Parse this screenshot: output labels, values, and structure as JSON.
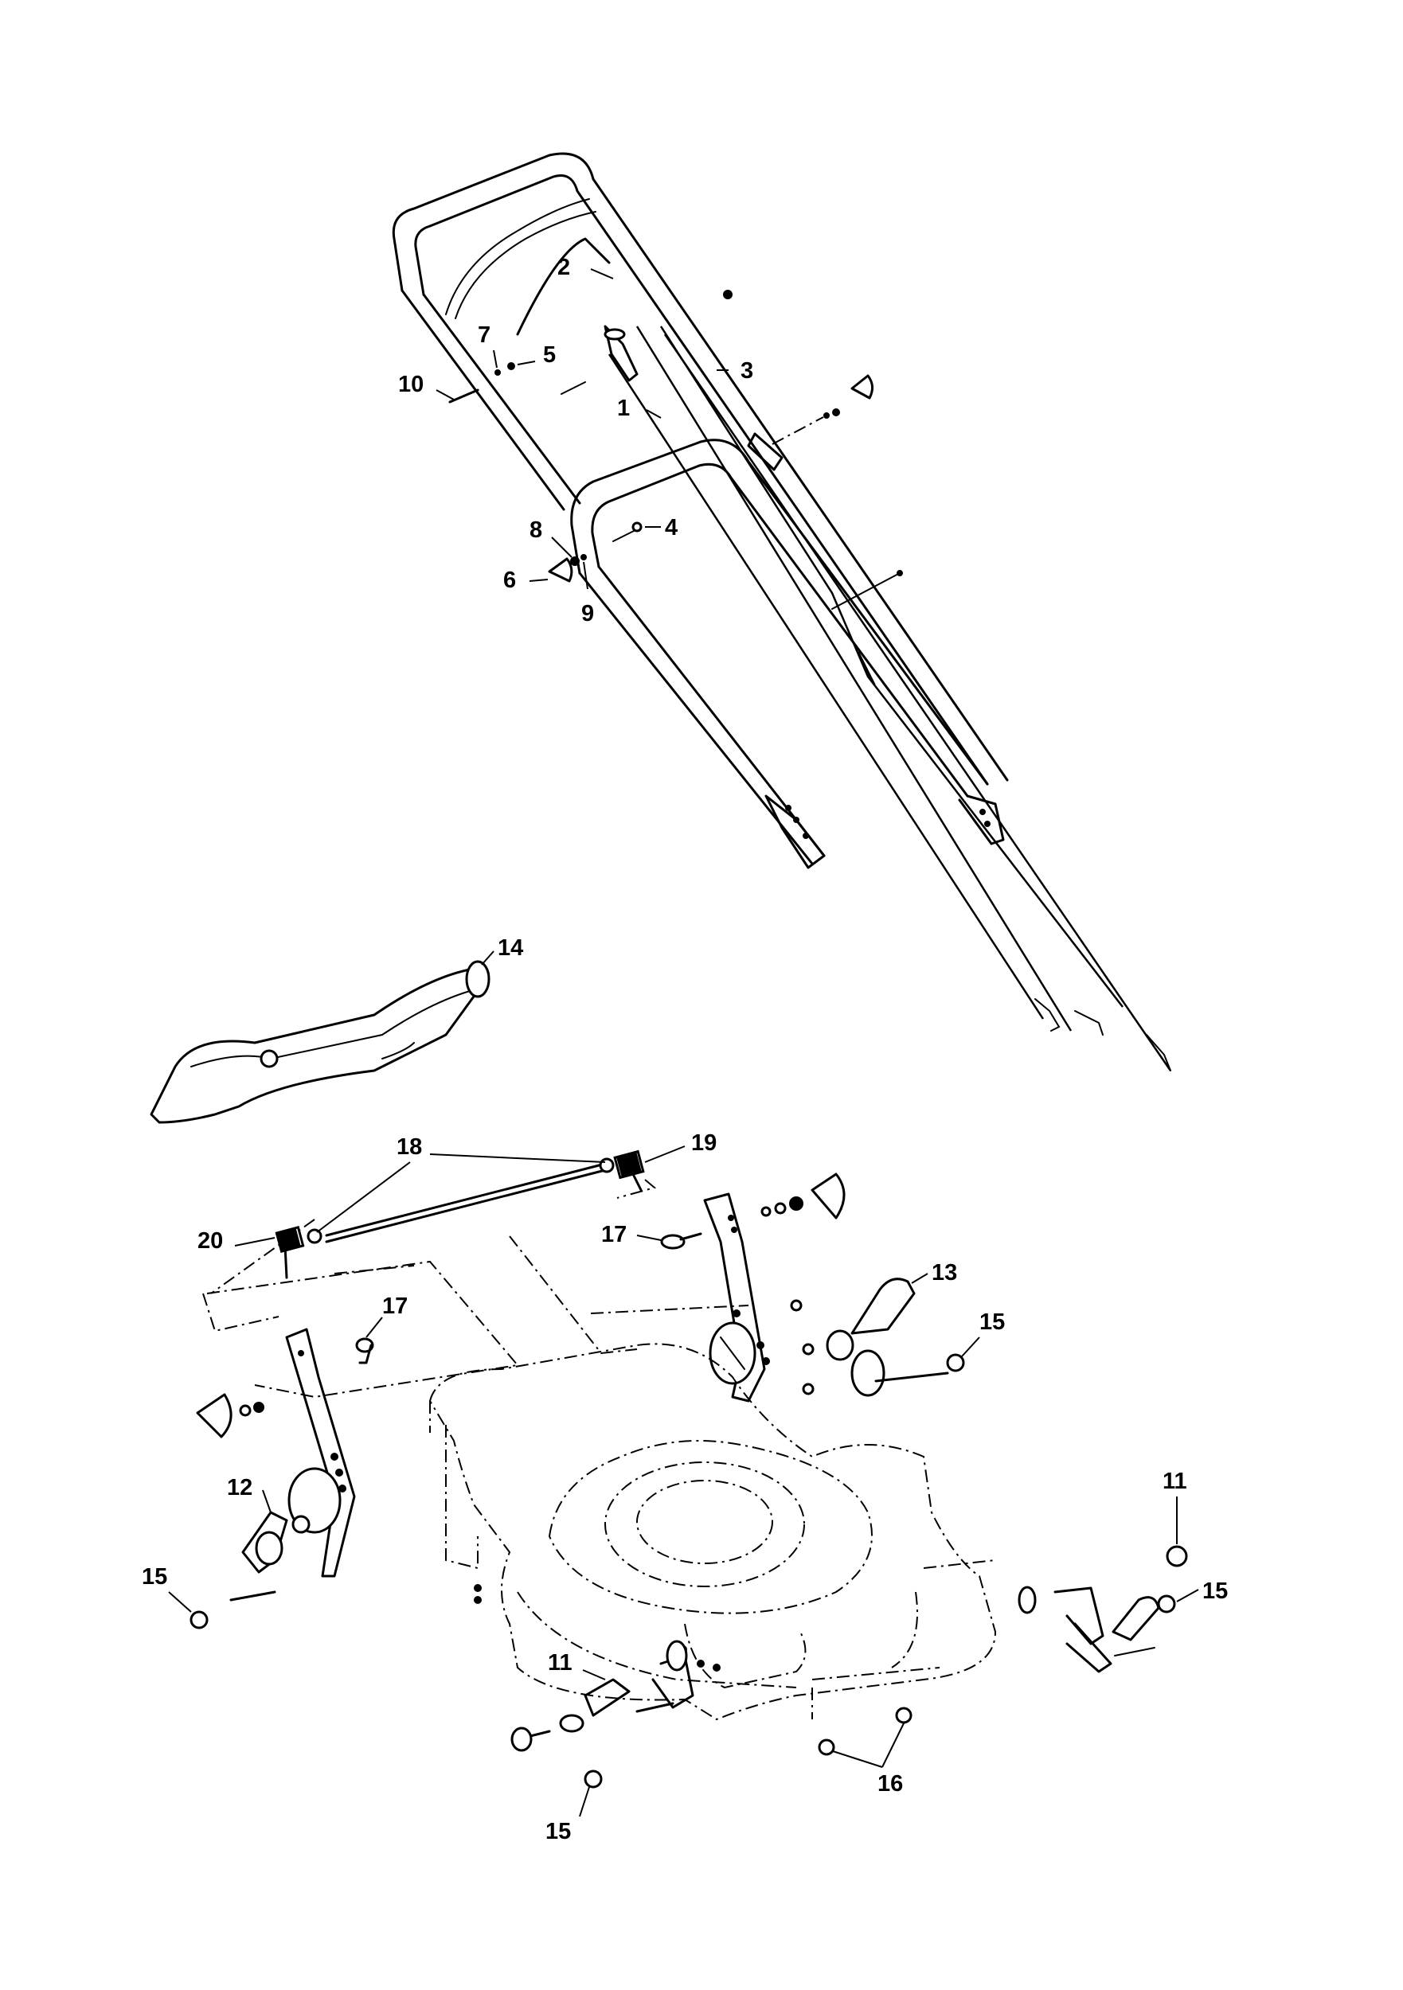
{
  "diagram": {
    "callouts": [
      {
        "id": "c1",
        "text": "1"
      },
      {
        "id": "c2",
        "text": "2"
      },
      {
        "id": "c3",
        "text": "3"
      },
      {
        "id": "c4",
        "text": "4"
      },
      {
        "id": "c5",
        "text": "5"
      },
      {
        "id": "c6",
        "text": "6"
      },
      {
        "id": "c7",
        "text": "7"
      },
      {
        "id": "c8",
        "text": "8"
      },
      {
        "id": "c9",
        "text": "9"
      },
      {
        "id": "c10",
        "text": "10"
      },
      {
        "id": "c11a",
        "text": "11"
      },
      {
        "id": "c11b",
        "text": "11"
      },
      {
        "id": "c12",
        "text": "12"
      },
      {
        "id": "c13",
        "text": "13"
      },
      {
        "id": "c14",
        "text": "14"
      },
      {
        "id": "c15a",
        "text": "15"
      },
      {
        "id": "c15b",
        "text": "15"
      },
      {
        "id": "c15c",
        "text": "15"
      },
      {
        "id": "c15d",
        "text": "15"
      },
      {
        "id": "c16",
        "text": "16"
      },
      {
        "id": "c17a",
        "text": "17"
      },
      {
        "id": "c17b",
        "text": "17"
      },
      {
        "id": "c18",
        "text": "18"
      },
      {
        "id": "c19",
        "text": "19"
      },
      {
        "id": "c20",
        "text": "20"
      }
    ]
  }
}
